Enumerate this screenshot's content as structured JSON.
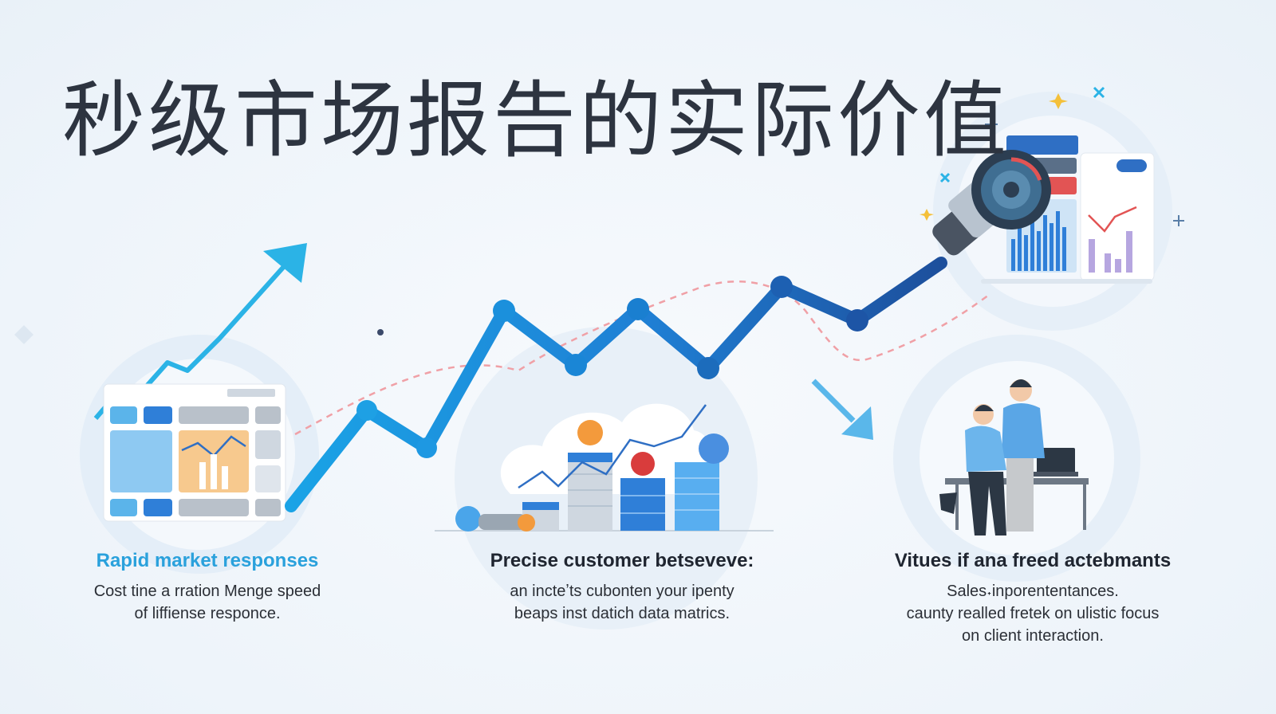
{
  "title": "秒级市场报告的实际价值",
  "sections": [
    {
      "heading": "Rapid market responses",
      "lines": [
        "Cost tine a rration Menge speed",
        "of liffiense responce."
      ]
    },
    {
      "heading": "Precise customer betseveve:",
      "lines": [
        "an incteʼts cubonten your ipenty",
        "beaps inst datich data matrics."
      ]
    },
    {
      "heading": "Vitues if ana freed actebmants",
      "lines": [
        "Sales˖inporententances.",
        "caunty realled fretek on ulistic focus",
        "on client interaction."
      ]
    }
  ],
  "colors": {
    "accent_light": "#2aa1dc",
    "line_mid": "#1f8ee0",
    "line_dark": "#1d5aa8",
    "dashed": "#f0a0a6",
    "title": "#2d3440"
  },
  "icons": [
    "dashboard-icon",
    "database-chart-icon",
    "people-at-desk-icon",
    "magnifier-icon"
  ]
}
